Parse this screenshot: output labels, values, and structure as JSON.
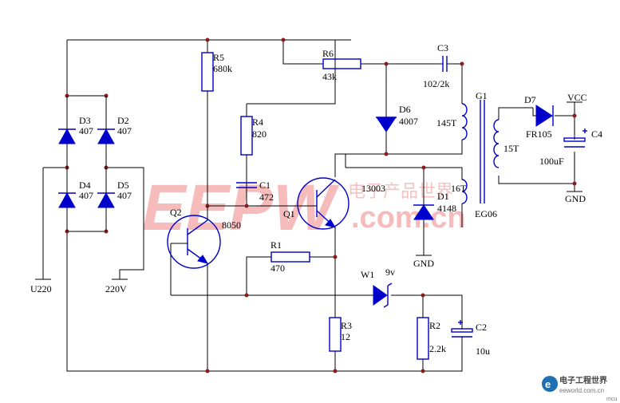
{
  "labels": {
    "R5": "R5",
    "R5v": "680k",
    "R6": "R6",
    "R6v": "43k",
    "C3": "C3",
    "C3v": "102/2k",
    "G1": "G1",
    "D7": "D7",
    "D7v": "FR105",
    "VCC": "VCC",
    "C4": "C4",
    "C4v": "100uF",
    "GND1": "GND",
    "N145": "145T",
    "N15": "15T",
    "N16": "16T",
    "EG": "EG06",
    "D3": "D3",
    "D3v": "407",
    "D2": "D2",
    "D2v": "407",
    "D4": "D4",
    "D4v": "407",
    "D5": "D5",
    "D5v": "407",
    "R4": "R4",
    "R4v": "820",
    "D6": "D6",
    "D6v": "4007",
    "C1": "C1",
    "C1v": "472",
    "Q1": "Q1",
    "Q1v": "13003",
    "Q2": "Q2",
    "Q2v": "8050",
    "D1": "D1",
    "D1v": "4148",
    "GND2": "GND",
    "R1": "R1",
    "R1v": "470",
    "W1": "W1",
    "W1v": "9v",
    "R3": "R3",
    "R3v": "12",
    "R2": "R2",
    "R2v": "2.2k",
    "C2": "C2",
    "C2v": "10u",
    "U220": "U220",
    "V220": "220V"
  },
  "watermark": {
    "main": "EEPW",
    "cn": "电子产品世界",
    "dotcom": ".com.cn"
  },
  "logo": {
    "cn": "电子工程世界",
    "url": "eeworld.com.cn",
    "sub": "mcu"
  },
  "colors": {
    "wire": "#000000",
    "symbol": "#0000cc",
    "junction": "#8b1a1a",
    "watermark": "#e23a3a"
  }
}
